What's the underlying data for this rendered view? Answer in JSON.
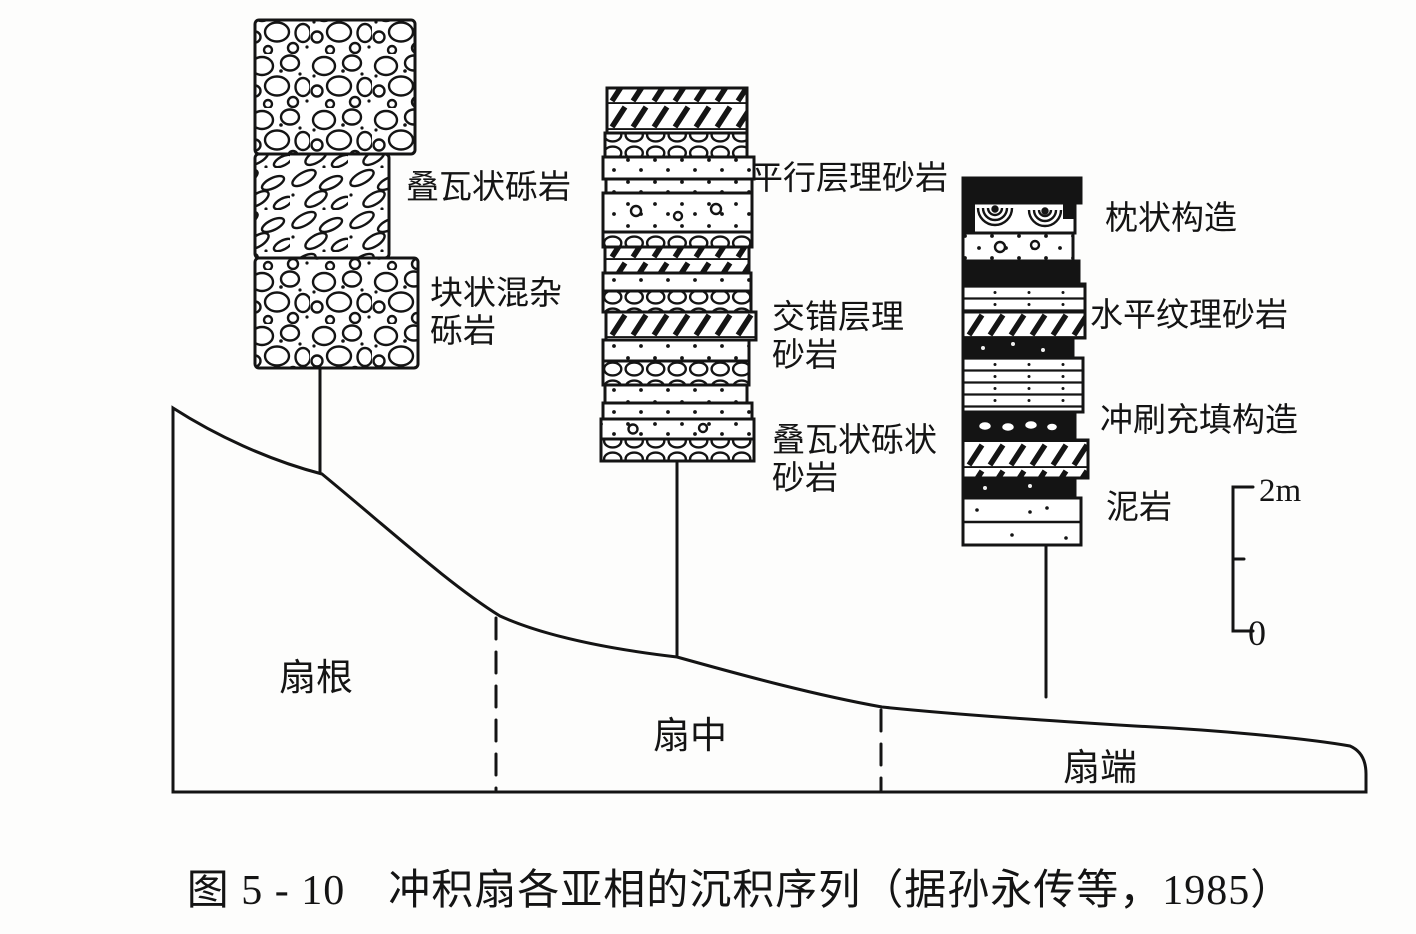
{
  "caption": "图 5 - 10　冲积扇各亚相的沉积序列（据孙永传等，1985）",
  "scale_bar": {
    "top": "2m",
    "bottom": "0"
  },
  "fan_zones": {
    "root": "扇根",
    "middle": "扇中",
    "end": "扇端"
  },
  "columns": {
    "fan_root": {
      "labels": {
        "imbricated_conglomerate": "叠瓦状砾岩",
        "massive_mixed_line1": "块状混杂",
        "massive_mixed_line2": "砾岩"
      }
    },
    "fan_middle": {
      "labels": {
        "parallel_bedded_sandstone": "平行层理砂岩",
        "cross_bedded_line1": "交错层理",
        "cross_bedded_line2": "砂岩",
        "imbricated_gravelly_line1": "叠瓦状砾状",
        "imbricated_gravelly_line2": "砂岩"
      }
    },
    "fan_end": {
      "labels": {
        "pillow_structure": "枕状构造",
        "horizontal_laminated_sandstone": "水平纹理砂岩",
        "scour_fill_structure": "冲刷充填构造",
        "mudstone": "泥岩"
      }
    }
  }
}
